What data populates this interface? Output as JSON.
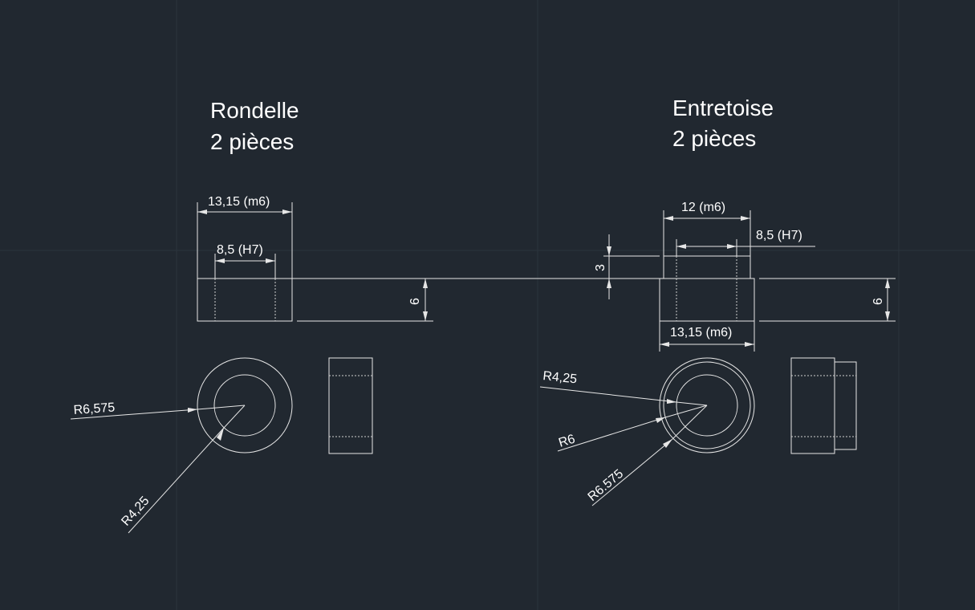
{
  "parts": [
    {
      "name": "Rondelle",
      "quantity": "2 pièces"
    },
    {
      "name": "Entretoise",
      "quantity": "2 pièces"
    }
  ],
  "rondelle_dims": {
    "outer_width": "13,15 (m6)",
    "inner_width": "8,5 (H7)",
    "height": "6",
    "outer_radius": "R6,575",
    "inner_radius": "R4,25"
  },
  "entretoise_dims": {
    "top_width": "12 (m6)",
    "inner_width": "8,5 (H7)",
    "step_height": "3",
    "bottom_width": "13,15 (m6)",
    "height": "6",
    "inner_radius": "R4,25",
    "mid_radius": "R6",
    "outer_radius": "R6.575"
  }
}
